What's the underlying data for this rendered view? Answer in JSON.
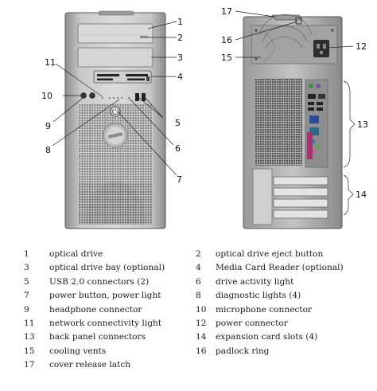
{
  "callouts": {
    "front": [
      "1",
      "2",
      "3",
      "4",
      "5",
      "6",
      "7",
      "8",
      "9",
      "10",
      "11"
    ],
    "back": [
      "17",
      "16",
      "15",
      "12",
      "13",
      "14"
    ]
  },
  "legend": {
    "rows": [
      [
        {
          "num": "1",
          "label": "optical drive"
        },
        {
          "num": "2",
          "label": "optical drive eject button"
        }
      ],
      [
        {
          "num": "3",
          "label": "optical drive bay (optional)"
        },
        {
          "num": "4",
          "label": "Media Card Reader (optional)"
        }
      ],
      [
        {
          "num": "5",
          "label": "USB 2.0 connectors (2)"
        },
        {
          "num": "6",
          "label": "drive activity light"
        }
      ],
      [
        {
          "num": "7",
          "label": "power button, power light"
        },
        {
          "num": "8",
          "label": "diagnostic lights (4)"
        }
      ],
      [
        {
          "num": "9",
          "label": "headphone connector"
        },
        {
          "num": "10",
          "label": "microphone connector"
        }
      ],
      [
        {
          "num": "11",
          "label": "network connectivity light"
        },
        {
          "num": "12",
          "label": "power connector"
        }
      ],
      [
        {
          "num": "13",
          "label": "back panel connectors"
        },
        {
          "num": "14",
          "label": "expansion card slots (4)"
        }
      ],
      [
        {
          "num": "15",
          "label": "cooling vents"
        },
        {
          "num": "16",
          "label": "padlock ring"
        }
      ],
      [
        {
          "num": "17",
          "label": "cover release latch"
        },
        {
          "num": "",
          "label": ""
        }
      ]
    ]
  }
}
